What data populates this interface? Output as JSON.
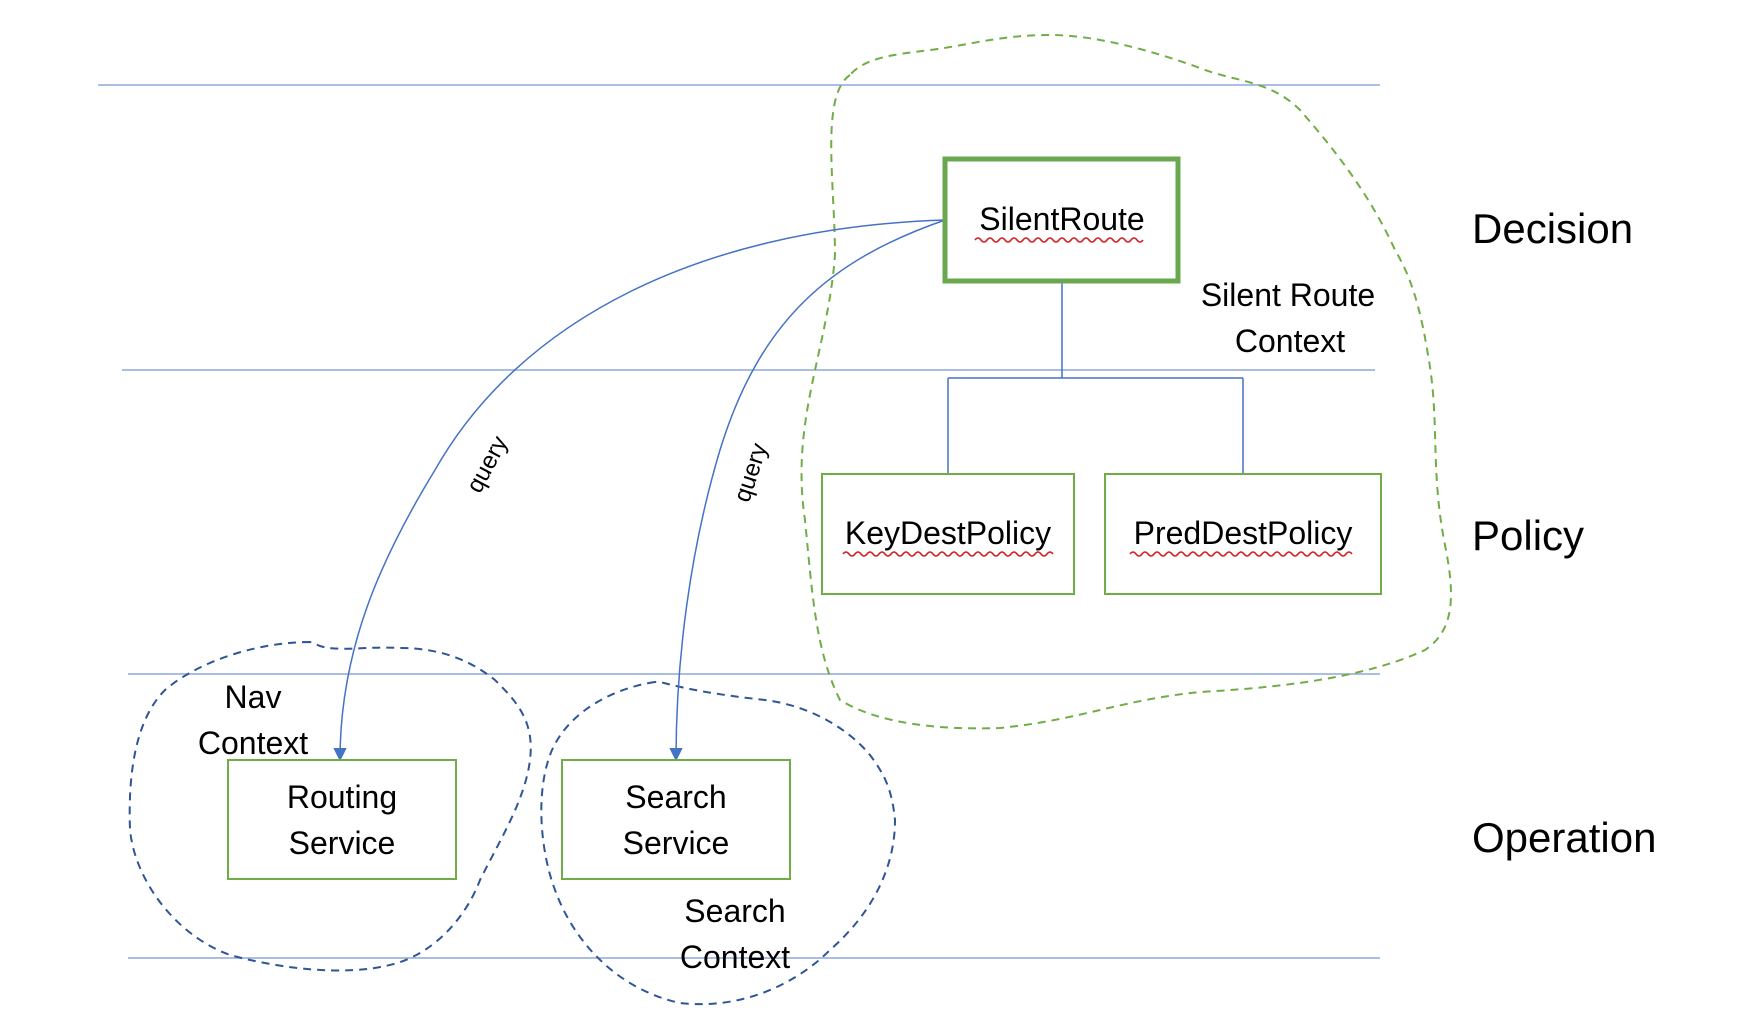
{
  "layers": {
    "decision": "Decision",
    "policy": "Policy",
    "operation": "Operation"
  },
  "boxes": {
    "silent_route": "SilentRoute",
    "key_dest_policy": "KeyDestPolicy",
    "pred_dest_policy": "PredDestPolicy",
    "routing_service": [
      "Routing",
      "Service"
    ],
    "search_service": [
      "Search",
      "Service"
    ]
  },
  "contexts": {
    "silent_route": [
      "Silent Route",
      "Context"
    ],
    "nav": [
      "Nav",
      "Context"
    ],
    "search": [
      "Search",
      "Context"
    ]
  },
  "edges": {
    "query_routing": "query",
    "query_search": "query"
  },
  "colors": {
    "layer_line": "#8ea9db",
    "box_border": "#70ad47",
    "silent_box_border": "#6aa84f",
    "green_context": "#70ad47",
    "blue_context": "#2f5597",
    "arrow": "#4472c4",
    "tree_line": "#4472c4",
    "spellcheck": "#d62020"
  }
}
